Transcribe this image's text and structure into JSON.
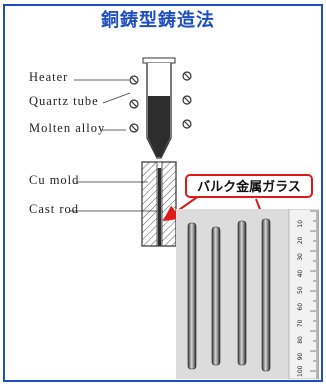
{
  "title": "銅鋳型鋳造法",
  "labels": {
    "heater": "Heater",
    "quartz_tube": "Quartz tube",
    "molten_alloy": "Molten alloy",
    "cu_mold": "Cu mold",
    "cast_rod": "Cast rod"
  },
  "callout": "バルク金属ガラス",
  "ruler_digits": [
    "10",
    "20",
    "30",
    "40",
    "50",
    "60",
    "70",
    "80",
    "90",
    "100"
  ],
  "colors": {
    "accent": "#1f4fbf",
    "callout_border": "#e01818",
    "arrow": "#e01818"
  }
}
